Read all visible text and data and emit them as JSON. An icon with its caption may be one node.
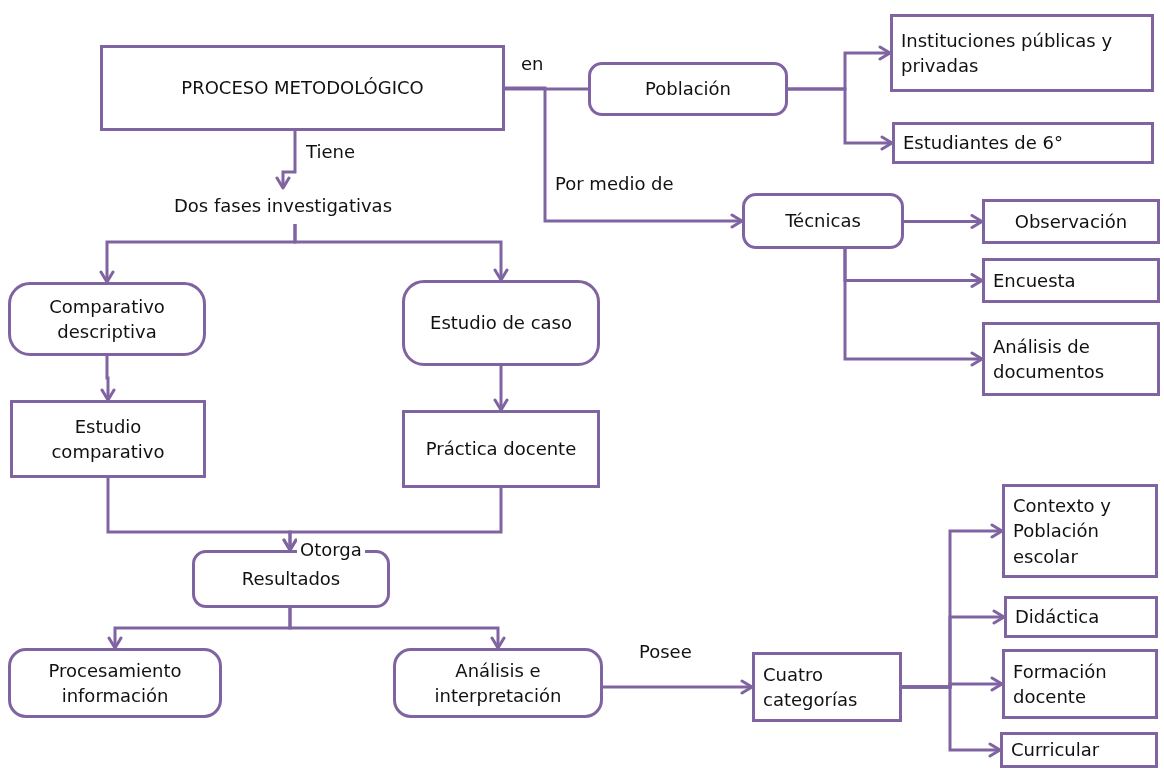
{
  "diagram": {
    "nodes": [
      {
        "text": [
          "PROCESO METODOLÓGICO"
        ]
      },
      {
        "text": [
          "Población"
        ]
      },
      {
        "text": [
          "Instituciones públicas y privadas"
        ]
      },
      {
        "text": [
          "Estudiantes de 6°"
        ]
      },
      {
        "text": [
          "Dos fases investigativas"
        ]
      },
      {
        "text": [
          "Técnicas"
        ]
      },
      {
        "text": [
          "Observación"
        ]
      },
      {
        "text": [
          "Encuesta"
        ]
      },
      {
        "text": [
          "Análisis de documentos"
        ]
      },
      {
        "text": [
          "Comparativo descriptiva"
        ]
      },
      {
        "text": [
          "Estudio de caso"
        ]
      },
      {
        "text": [
          "Estudio comparativo"
        ]
      },
      {
        "text": [
          "Práctica docente"
        ]
      },
      {
        "text": [
          "Resultados"
        ]
      },
      {
        "text": [
          "Procesamiento información"
        ]
      },
      {
        "text": [
          "Análisis e interpretación"
        ]
      },
      {
        "text": [
          "Cuatro categorías"
        ]
      },
      {
        "text": [
          "Contexto y Población escolar"
        ]
      },
      {
        "text": [
          "Didáctica"
        ]
      },
      {
        "text": [
          "Formación docente"
        ]
      },
      {
        "text": [
          "Curricular"
        ]
      }
    ],
    "edges": [
      {
        "from": 0,
        "to": 1,
        "arrow": "none",
        "label": "en"
      },
      {
        "from": 1,
        "to": 2,
        "arrow": "to"
      },
      {
        "from": 1,
        "to": 3,
        "arrow": "to"
      },
      {
        "from": 0,
        "to": 5,
        "arrow": "to",
        "label": "Por medio de"
      },
      {
        "from": 0,
        "to": 4,
        "arrow": "to",
        "label": "Tiene"
      },
      {
        "from": 5,
        "to": 6,
        "arrow": "to"
      },
      {
        "from": 5,
        "to": 7,
        "arrow": "to"
      },
      {
        "from": 5,
        "to": 8,
        "arrow": "to"
      },
      {
        "from": 4,
        "to": 9,
        "arrow": "to"
      },
      {
        "from": 4,
        "to": 10,
        "arrow": "to"
      },
      {
        "from": 9,
        "to": 11,
        "arrow": "to"
      },
      {
        "from": 10,
        "to": 12,
        "arrow": "to"
      },
      {
        "from": 11,
        "to": 13,
        "arrow": "to",
        "label": "Otorga"
      },
      {
        "from": 12,
        "to": 13,
        "arrow": "to"
      },
      {
        "from": 13,
        "to": 14,
        "arrow": "to"
      },
      {
        "from": 13,
        "to": 15,
        "arrow": "to"
      },
      {
        "from": 15,
        "to": 16,
        "arrow": "to",
        "label": "Posee"
      },
      {
        "from": 16,
        "to": 17,
        "arrow": "to"
      },
      {
        "from": 16,
        "to": 18,
        "arrow": "to"
      },
      {
        "from": 16,
        "to": 19,
        "arrow": "to"
      },
      {
        "from": 16,
        "to": 20,
        "arrow": "to"
      }
    ]
  }
}
